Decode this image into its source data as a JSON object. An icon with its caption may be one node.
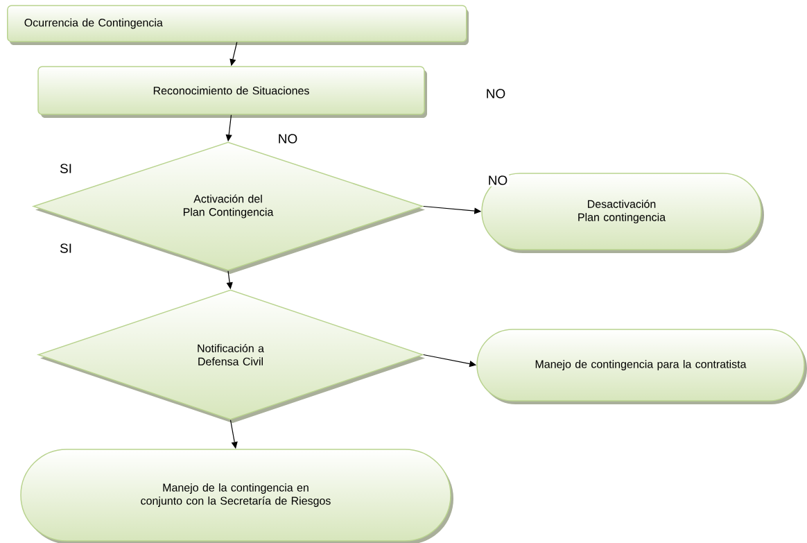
{
  "diagram": {
    "nodes": [
      {
        "text": [
          "Ocurrencia de Contingencia"
        ]
      },
      {
        "text": [
          "Reconocimiento de Situaciones"
        ]
      },
      {
        "text": [
          "Activación del Plan Contingencia"
        ]
      },
      {
        "text": [
          "Desactivación Plan contingencia"
        ]
      },
      {
        "text": [
          "Notificación a Defensa Civil"
        ]
      },
      {
        "text": [
          "Manejo de contingencia para la contratista"
        ]
      },
      {
        "text": [
          "Manejo de la contingencia en conjunto con la Secretaría de Riesgos"
        ]
      }
    ],
    "edges": [
      {
        "from": 0,
        "to": 1,
        "arrow": "to"
      },
      {
        "from": 1,
        "to": 2,
        "arrow": "to"
      },
      {
        "from": 2,
        "to": 3,
        "arrow": "to"
      },
      {
        "from": 2,
        "to": 4,
        "arrow": "to"
      },
      {
        "from": 4,
        "to": 5,
        "arrow": "to"
      },
      {
        "from": 4,
        "to": 6,
        "arrow": "to"
      }
    ],
    "labels": [
      "NO",
      "NO",
      "SI",
      "NO",
      "SI"
    ]
  }
}
